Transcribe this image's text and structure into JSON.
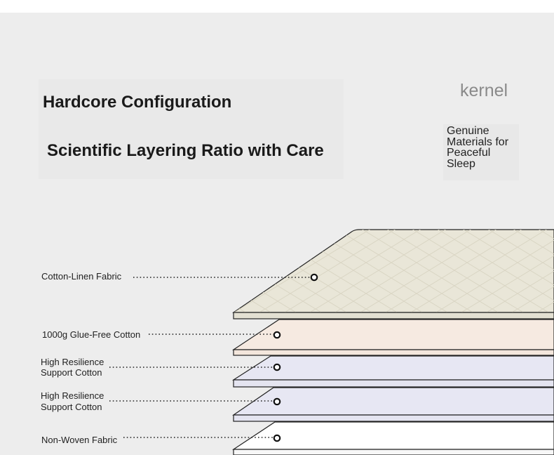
{
  "header": {
    "title": "Hardcore Configuration",
    "subtitle": "Scientific Layering Ratio with Care"
  },
  "brand": {
    "name": "kernel",
    "tagline": "Genuine Materials for Peaceful Sleep"
  },
  "layers": [
    {
      "label": "Cotton-Linen Fabric",
      "color": "#e9e6d8"
    },
    {
      "label": "1000g Glue-Free Cotton",
      "color": "#f5e9e0"
    },
    {
      "label_line1": "High Resilience",
      "label_line2": "Support Cotton",
      "color": "#e6e6f2"
    },
    {
      "label_line1": "High Resilience",
      "label_line2": "Support Cotton",
      "color": "#e6e6f2"
    },
    {
      "label": "Non-Woven Fabric",
      "color": "#ffffff"
    }
  ],
  "colors": {
    "background": "#ededed",
    "outline": "#222222"
  }
}
